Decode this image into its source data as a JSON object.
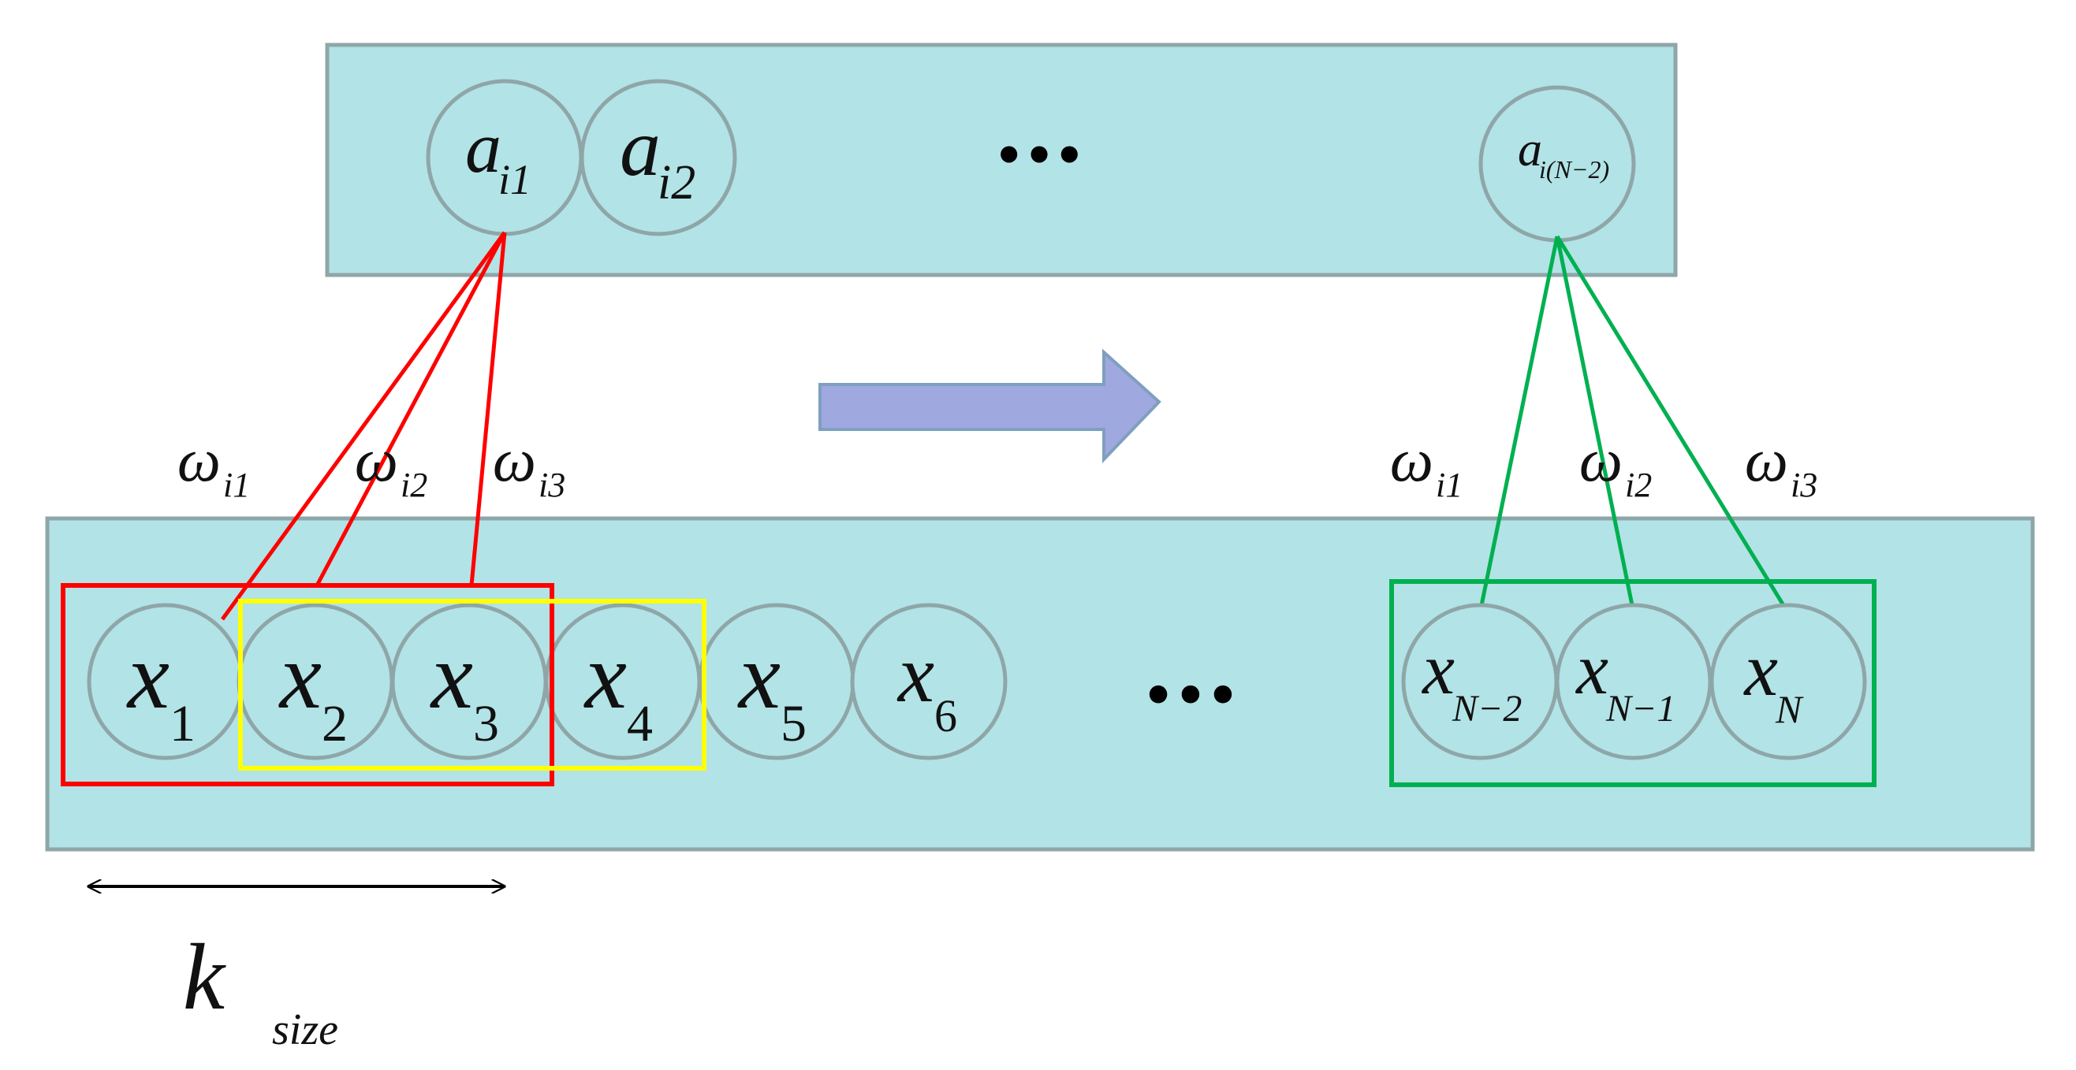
{
  "top_layer": {
    "nodes": [
      {
        "base": "a",
        "sub": "i1"
      },
      {
        "base": "a",
        "sub": "i2"
      },
      {
        "base": "a",
        "sub": "i(N−2)"
      }
    ],
    "ellipsis": "•••"
  },
  "bottom_layer": {
    "nodes": [
      {
        "base": "x",
        "sub": "1"
      },
      {
        "base": "x",
        "sub": "2"
      },
      {
        "base": "x",
        "sub": "3"
      },
      {
        "base": "x",
        "sub": "4"
      },
      {
        "base": "x",
        "sub": "5"
      },
      {
        "base": "x",
        "sub": "6"
      },
      {
        "base": "x",
        "sub": "N−2"
      },
      {
        "base": "x",
        "sub": "N−1"
      },
      {
        "base": "x",
        "sub": "N"
      }
    ],
    "ellipsis": "•••"
  },
  "weights_left": [
    {
      "base": "ω",
      "sub": "i1"
    },
    {
      "base": "ω",
      "sub": "i2"
    },
    {
      "base": "ω",
      "sub": "i3"
    }
  ],
  "weights_right": [
    {
      "base": "ω",
      "sub": "i1"
    },
    {
      "base": "ω",
      "sub": "i2"
    },
    {
      "base": "ω",
      "sub": "i3"
    }
  ],
  "kernel_size_label": {
    "base": "k",
    "sub": "size"
  },
  "colors": {
    "layer_fill": "#b2e3e6",
    "layer_border": "#8fa6a8",
    "node_border": "#8fa6a8",
    "window_first": "#ff0000",
    "window_second": "#ffff00",
    "window_last": "#00b050",
    "arrow_fill": "#a0a8e0",
    "arrow_border": "#7f9fbf"
  }
}
